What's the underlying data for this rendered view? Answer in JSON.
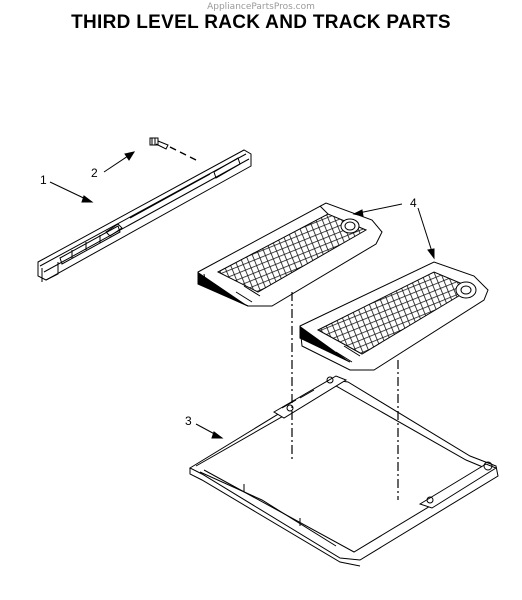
{
  "watermark": "AppliancePartsPros.com",
  "title": "THIRD LEVEL RACK AND TRACK PARTS",
  "callouts": [
    {
      "label": "1",
      "part": "track-rail"
    },
    {
      "label": "2",
      "part": "screw"
    },
    {
      "label": "3",
      "part": "rack-frame"
    },
    {
      "label": "4",
      "part": "cutlery-trays"
    }
  ]
}
